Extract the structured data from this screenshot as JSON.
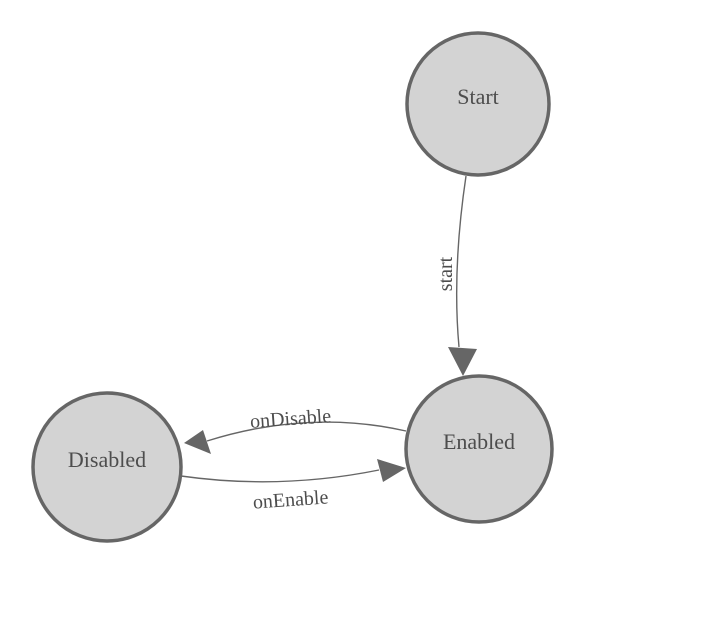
{
  "diagram": {
    "type": "state-machine",
    "background_color": "#ffffff",
    "node_fill_color": "#d3d3d3",
    "node_border_color": "#666666",
    "edge_color": "#666666",
    "text_color": "#4d4d4d",
    "nodes": [
      {
        "id": "start",
        "label": "Start"
      },
      {
        "id": "enabled",
        "label": "Enabled"
      },
      {
        "id": "disabled",
        "label": "Disabled"
      }
    ],
    "edges": [
      {
        "from": "start",
        "to": "enabled",
        "label": "start"
      },
      {
        "from": "enabled",
        "to": "disabled",
        "label": "onDisable"
      },
      {
        "from": "disabled",
        "to": "enabled",
        "label": "onEnable"
      }
    ]
  }
}
